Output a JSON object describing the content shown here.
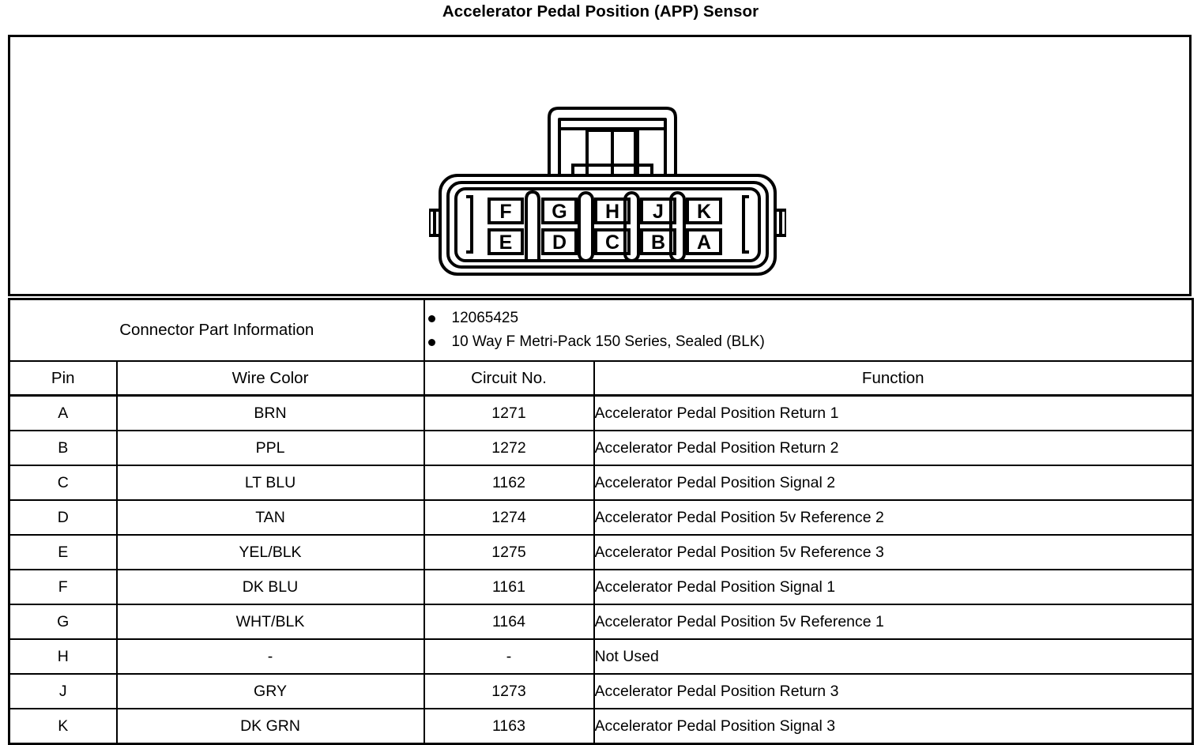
{
  "page": {
    "title": "Accelerator Pedal Position (APP) Sensor"
  },
  "connector_diagram": {
    "name": "connector-face-view",
    "description": "10 way female Metri-Pack 150 Series sealed connector front view",
    "top_row_cavities": [
      "F",
      "G",
      "H",
      "J",
      "K"
    ],
    "bottom_row_cavities": [
      "E",
      "D",
      "C",
      "B",
      "A"
    ],
    "cavity_labels": {
      "F": "F",
      "G": "G",
      "H": "H",
      "J": "J",
      "K": "K",
      "E": "E",
      "D": "D",
      "C": "C",
      "B": "B",
      "A": "A"
    }
  },
  "connector_part_information": {
    "label": "Connector Part Information",
    "items": [
      "12065425",
      "10 Way F Metri-Pack 150 Series, Sealed (BLK)"
    ]
  },
  "pin_table": {
    "columns": [
      "Pin",
      "Wire Color",
      "Circuit No.",
      "Function"
    ],
    "rows": [
      {
        "pin": "A",
        "wire_color": "BRN",
        "circuit_no": "1271",
        "function": "Accelerator Pedal Position Return 1"
      },
      {
        "pin": "B",
        "wire_color": "PPL",
        "circuit_no": "1272",
        "function": "Accelerator Pedal Position Return 2"
      },
      {
        "pin": "C",
        "wire_color": "LT BLU",
        "circuit_no": "1162",
        "function": "Accelerator Pedal Position Signal 2"
      },
      {
        "pin": "D",
        "wire_color": "TAN",
        "circuit_no": "1274",
        "function": "Accelerator Pedal Position 5v Reference 2"
      },
      {
        "pin": "E",
        "wire_color": "YEL/BLK",
        "circuit_no": "1275",
        "function": "Accelerator Pedal Position 5v Reference 3"
      },
      {
        "pin": "F",
        "wire_color": "DK BLU",
        "circuit_no": "1161",
        "function": "Accelerator Pedal Position Signal 1"
      },
      {
        "pin": "G",
        "wire_color": "WHT/BLK",
        "circuit_no": "1164",
        "function": "Accelerator Pedal Position 5v Reference 1"
      },
      {
        "pin": "H",
        "wire_color": "-",
        "circuit_no": "-",
        "function": "Not Used"
      },
      {
        "pin": "J",
        "wire_color": "GRY",
        "circuit_no": "1273",
        "function": "Accelerator Pedal Position Return 3"
      },
      {
        "pin": "K",
        "wire_color": "DK GRN",
        "circuit_no": "1163",
        "function": "Accelerator Pedal Position Signal 3"
      }
    ]
  },
  "colors": {
    "ink": "#000000",
    "paper": "#ffffff"
  }
}
